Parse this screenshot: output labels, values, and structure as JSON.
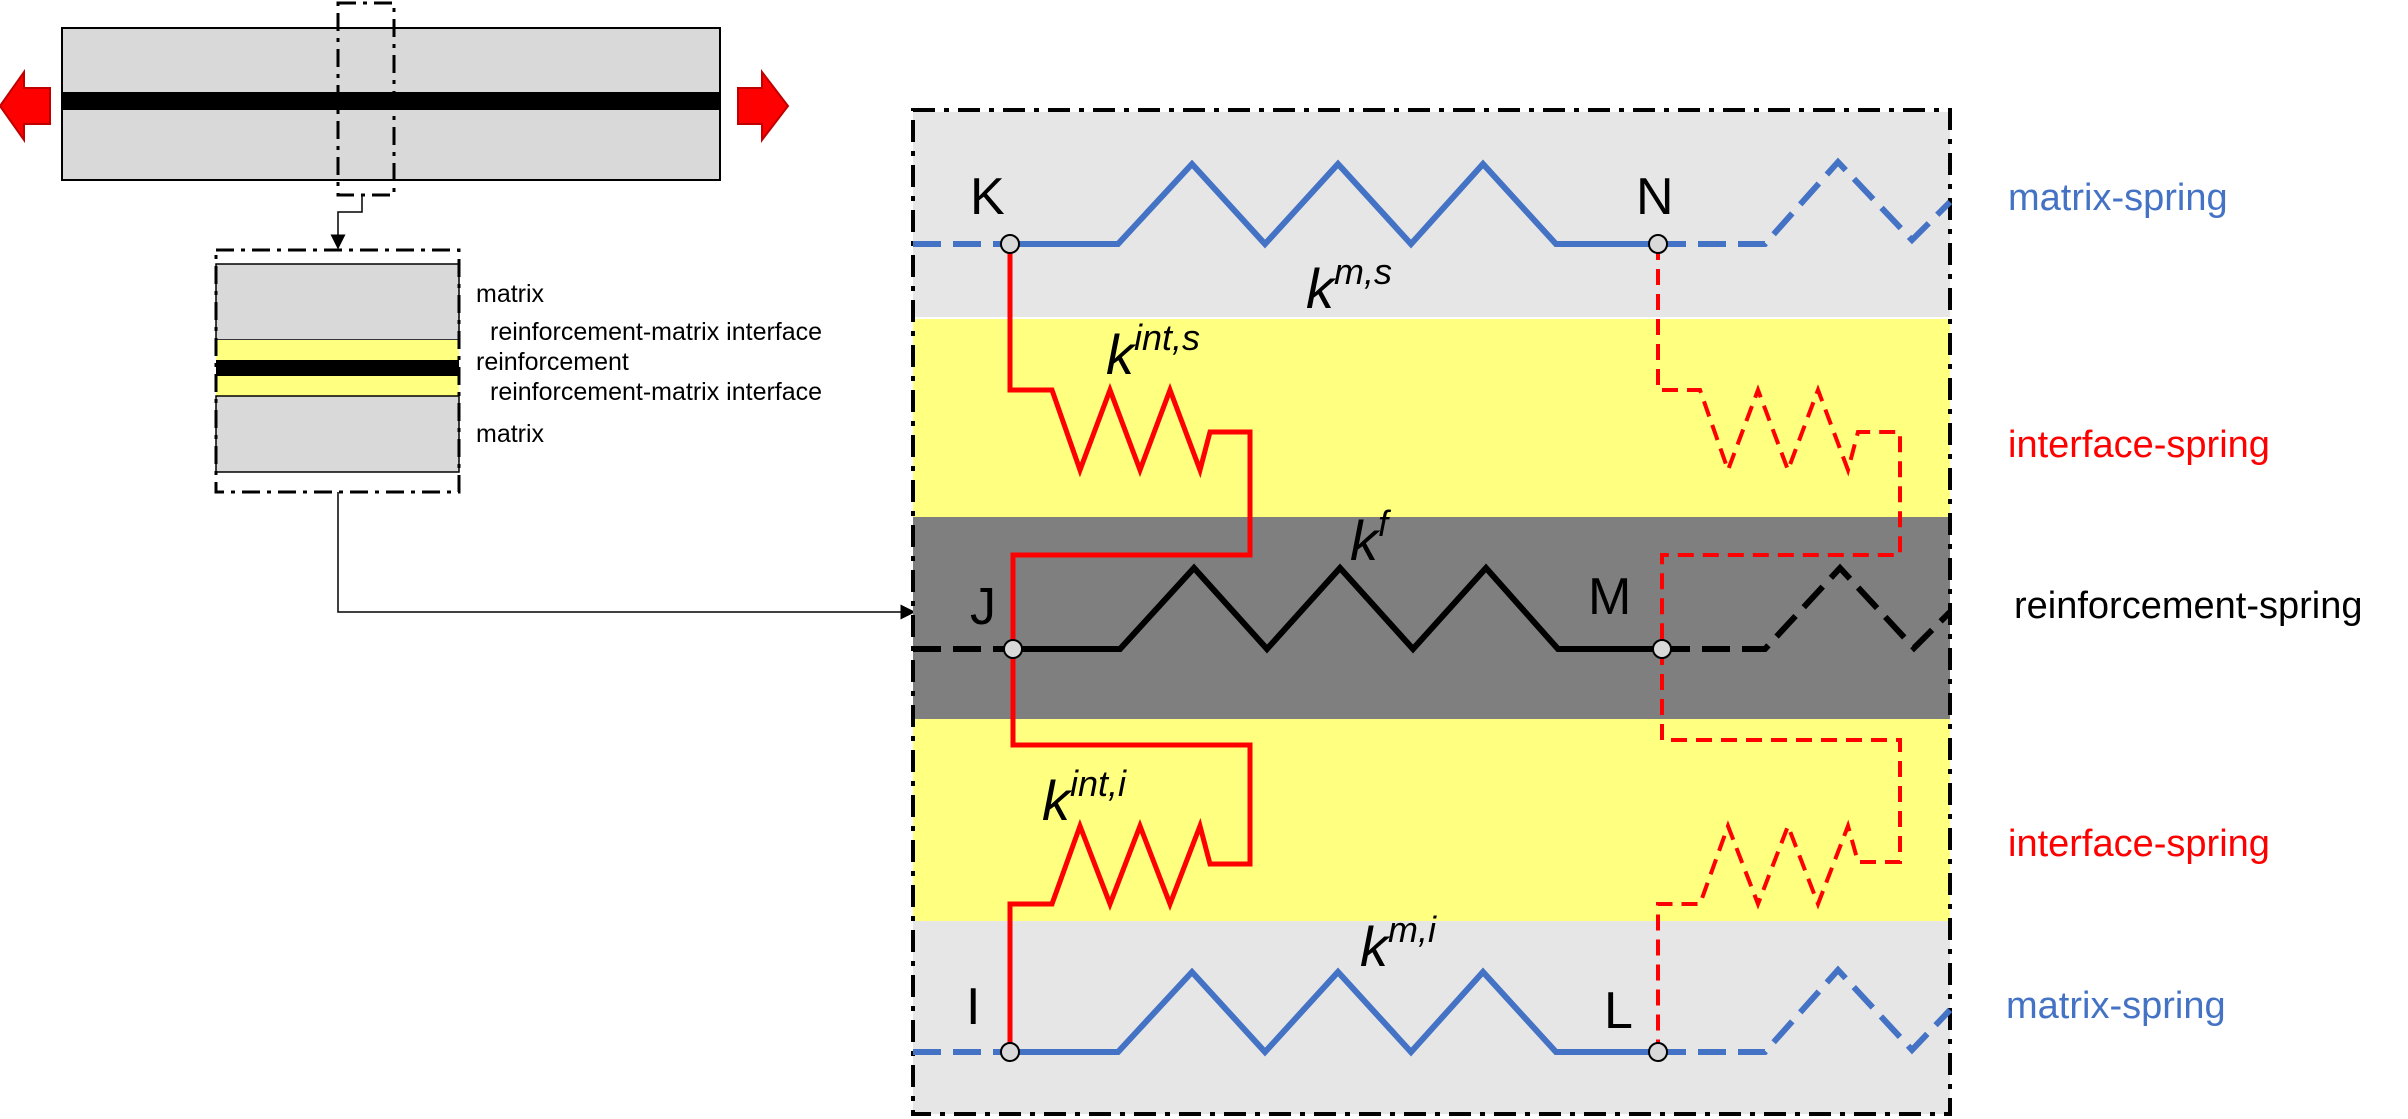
{
  "colors": {
    "matrix_fill": "#e6e6e6",
    "interface_fill": "#ffff80",
    "reinforcement_fill": "#7f7f7f",
    "matrix_spring": "#4472c4",
    "interface_spring": "#ff0000",
    "reinforcement_spring": "#000000",
    "arrow": "#ff0000"
  },
  "detail_labels": {
    "matrix_top": "matrix",
    "interface_top": "reinforcement-matrix interface",
    "reinforcement": "reinforcement",
    "interface_bottom": "reinforcement-matrix interface",
    "matrix_bottom": "matrix"
  },
  "nodes": {
    "K": "K",
    "N": "N",
    "J": "J",
    "M": "M",
    "I": "I",
    "L": "L"
  },
  "stiffness": {
    "matrix_top": {
      "base": "k",
      "sup": "m,s"
    },
    "interface_top": {
      "base": "k",
      "sup": "int,s"
    },
    "reinforcement": {
      "base": "k",
      "sup": "f"
    },
    "interface_bottom": {
      "base": "k",
      "sup": "int,i"
    },
    "matrix_bottom": {
      "base": "k",
      "sup": "m,i"
    }
  },
  "legend": {
    "matrix_top": "matrix-spring",
    "interface_top": "interface-spring",
    "reinforcement": "reinforcement-spring",
    "interface_bottom": "interface-spring",
    "matrix_bottom": "matrix-spring"
  }
}
